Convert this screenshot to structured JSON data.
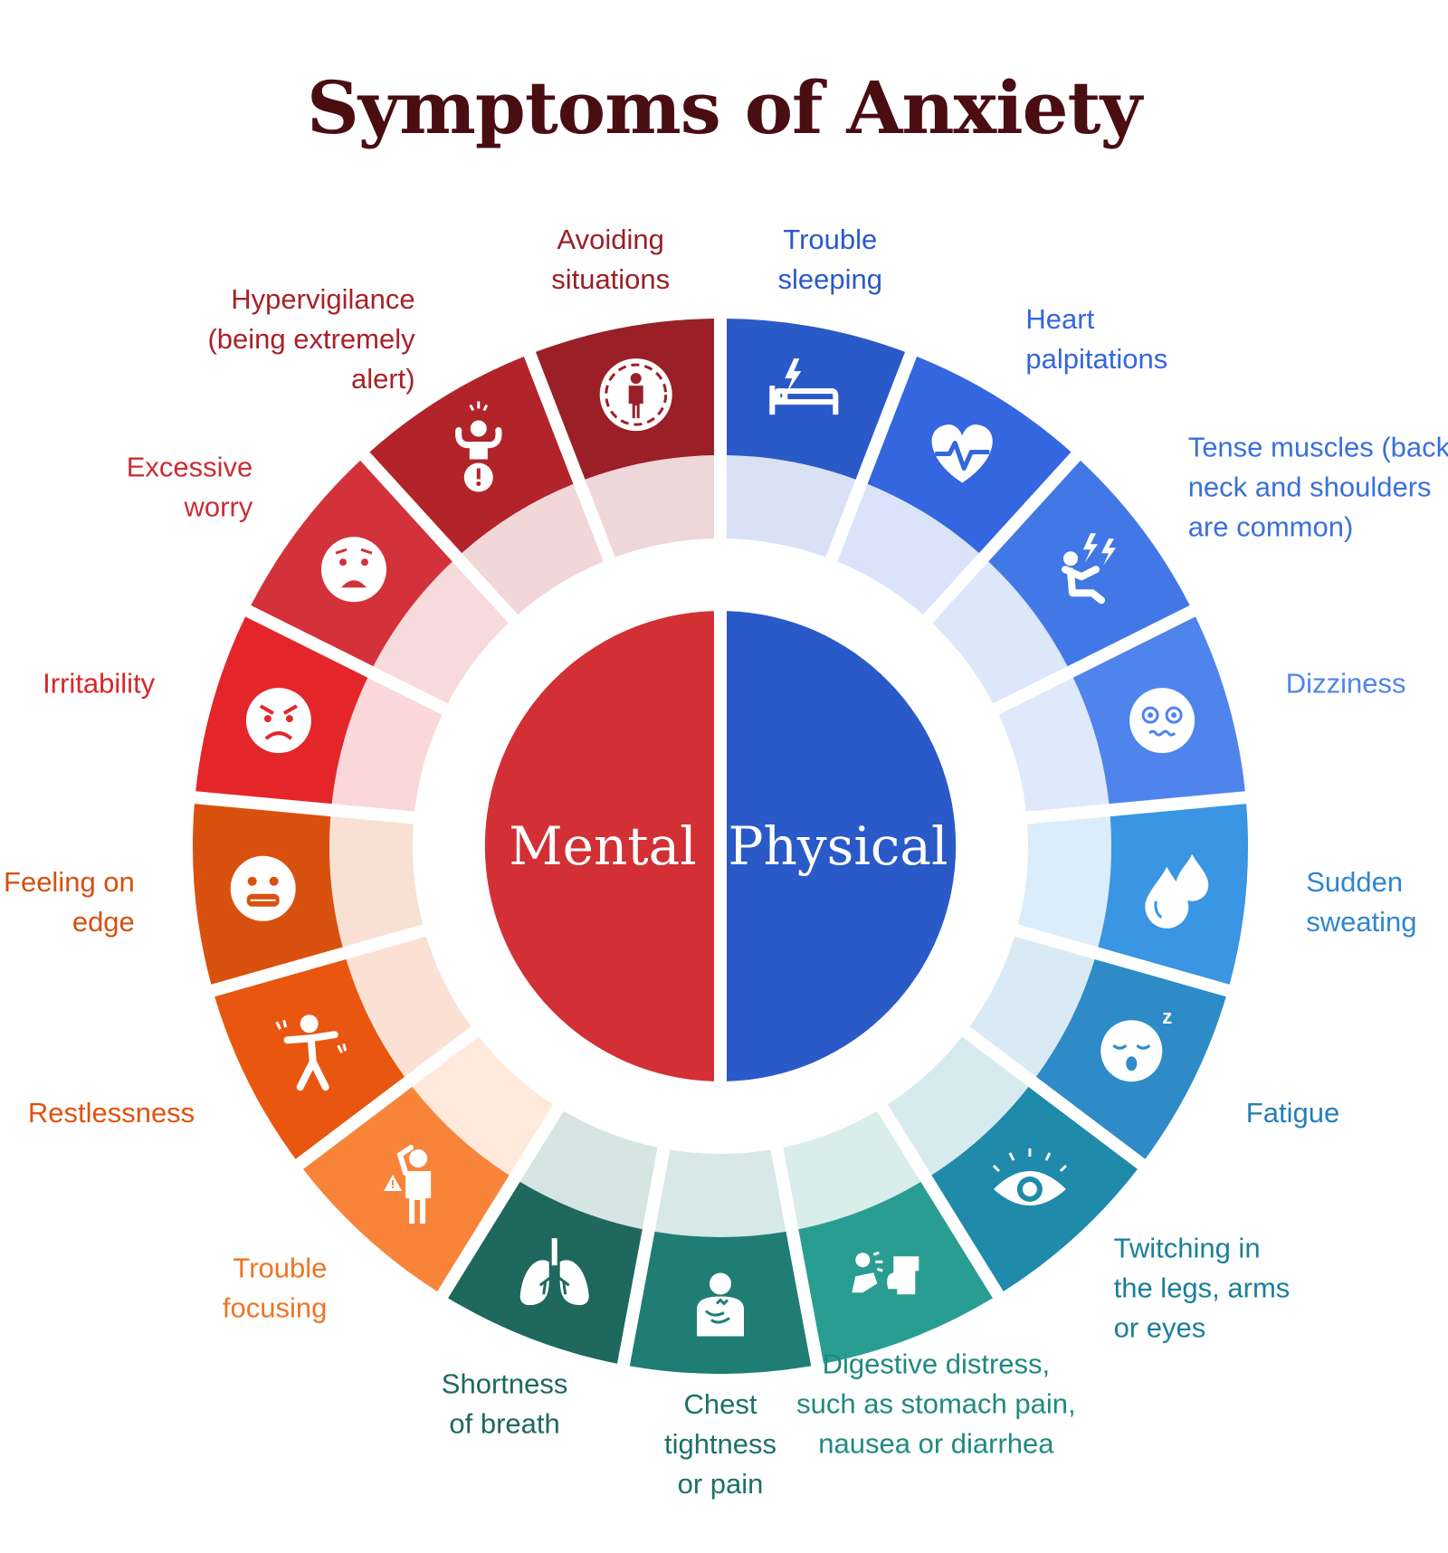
{
  "title": "Symptoms of Anxiety",
  "center": {
    "left": {
      "label": "Mental",
      "color": "#d23035"
    },
    "right": {
      "label": "Physical",
      "color": "#2a59c8"
    }
  },
  "segments": [
    {
      "id": "trouble-sleeping",
      "group": "Physical",
      "lines": [
        "Trouble",
        "sleeping"
      ],
      "icon": "bed-icon",
      "color": "#2a59c8",
      "text_color": "#2a59c8"
    },
    {
      "id": "heart-palpitations",
      "group": "Physical",
      "lines": [
        "Heart",
        "palpitations"
      ],
      "icon": "heartbeat-icon",
      "color": "#3366df",
      "text_color": "#3366df"
    },
    {
      "id": "tense-muscles",
      "group": "Physical",
      "lines": [
        "Tense muscles (back,",
        "neck and shoulders",
        "are common)"
      ],
      "icon": "tense-muscles-icon",
      "color": "#4278e6",
      "text_color": "#3a70dc"
    },
    {
      "id": "dizziness",
      "group": "Physical",
      "lines": [
        "Dizziness"
      ],
      "icon": "dizzy-face-icon",
      "color": "#4f84ec",
      "text_color": "#4f84ec"
    },
    {
      "id": "sudden-sweating",
      "group": "Physical",
      "lines": [
        "Sudden",
        "sweating"
      ],
      "icon": "sweat-drops-icon",
      "color": "#3a95e2",
      "text_color": "#2f86d2"
    },
    {
      "id": "fatigue",
      "group": "Physical",
      "lines": [
        "Fatigue"
      ],
      "icon": "sleepy-face-icon",
      "color": "#2e8bc8",
      "text_color": "#237fb8"
    },
    {
      "id": "twitching",
      "group": "Physical",
      "lines": [
        "Twitching in",
        "the legs, arms",
        "or eyes"
      ],
      "icon": "eye-icon",
      "color": "#1f8aaa",
      "text_color": "#1b7f99"
    },
    {
      "id": "digestive-distress",
      "group": "Physical",
      "lines": [
        "Digestive distress,",
        "such as stomach pain,",
        "nausea or diarrhea"
      ],
      "icon": "vomit-toilet-icon",
      "color": "#2a9d92",
      "text_color": "#1e8a80"
    },
    {
      "id": "chest-tightness",
      "group": "Physical",
      "lines": [
        "Chest",
        "tightness",
        "or pain"
      ],
      "icon": "chest-pain-icon",
      "color": "#1f7d74",
      "text_color": "#1c7168"
    },
    {
      "id": "shortness-of-breath",
      "group": "Physical",
      "lines": [
        "Shortness",
        "of breath"
      ],
      "icon": "lungs-icon",
      "color": "#1e685e",
      "text_color": "#1e685e"
    },
    {
      "id": "trouble-focusing",
      "group": "Mental",
      "lines": [
        "Trouble",
        "focusing"
      ],
      "icon": "confused-person-icon",
      "color": "#f8843a",
      "text_color": "#ef7424"
    },
    {
      "id": "restlessness",
      "group": "Mental",
      "lines": [
        "Restlessness"
      ],
      "icon": "restless-person-icon",
      "color": "#e8560f",
      "text_color": "#e05210"
    },
    {
      "id": "feeling-on-edge",
      "group": "Mental",
      "lines": [
        "Feeling on",
        "edge"
      ],
      "icon": "grimace-face-icon",
      "color": "#d9510e",
      "text_color": "#d5500f"
    },
    {
      "id": "irritability",
      "group": "Mental",
      "lines": [
        "Irritability"
      ],
      "icon": "angry-face-icon",
      "color": "#e4262a",
      "text_color": "#d9262a"
    },
    {
      "id": "excessive-worry",
      "group": "Mental",
      "lines": [
        "Excessive",
        "worry"
      ],
      "icon": "worried-face-icon",
      "color": "#d3323a",
      "text_color": "#c82f36"
    },
    {
      "id": "hypervigilance",
      "group": "Mental",
      "lines": [
        "Hypervigilance",
        "(being extremely",
        "alert)"
      ],
      "icon": "alert-person-icon",
      "color": "#b22429",
      "text_color": "#a72228"
    },
    {
      "id": "avoiding-situations",
      "group": "Mental",
      "lines": [
        "Avoiding",
        "situations"
      ],
      "icon": "avoid-person-icon",
      "color": "#9a1f26",
      "text_color": "#9a1f26"
    }
  ]
}
